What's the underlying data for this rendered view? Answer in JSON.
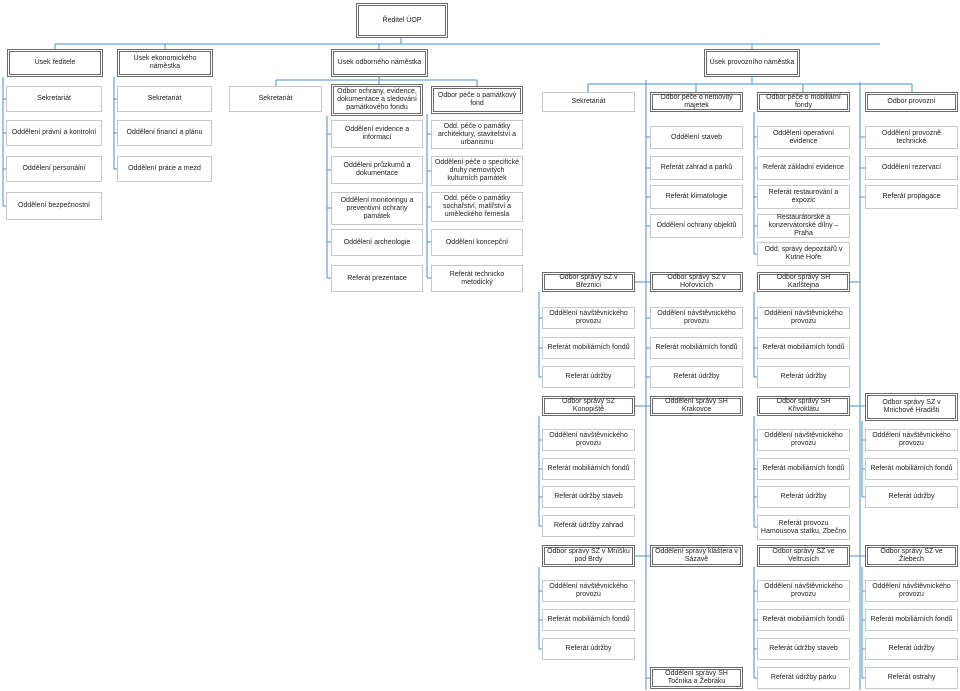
{
  "colors": {
    "connector": "#4a8fd0",
    "box_border": "#c8c8c8",
    "head_border": "#6b6b6b"
  },
  "boxes": {
    "reditel": "Ředitel ÚOP",
    "usek_reditele": "Úsek ředitele",
    "usek_ekonom": "Úsek ekonomického náměstka",
    "usek_odbor": "Úsek odborného náměstka",
    "usek_provoz": "Úsek provozního náměstka",
    "sekr_1": "Sekretariát",
    "sekr_2": "Sekretariát",
    "sekr_3": "Sekretariát",
    "sekr_4": "Sekretariát",
    "odd_pravni": "Oddělení právní a kontrolní",
    "odd_personalni": "Oddělení personální",
    "odd_bezpecnostni": "Oddělení bezpečnostní",
    "odd_financi": "Oddělení financí a plánu",
    "odd_prace_mezd": "Oddělení práce a mezd",
    "odbor_ochrany": "Odbor ochrany, evidence, dokumentace a sledování památkového fondu",
    "odbor_pece_pam": "Odbor péče o památkový fond",
    "odd_evidence_inf": "Oddělení evidence a informací",
    "odd_pruzkumu": "Oddělení průzkumů a dokumentace",
    "odd_monitoringu": "Oddělení monitoringu a preventivní ochrany památek",
    "odd_archeologie": "Oddělení archeologie",
    "ref_prezentace": "Referát prezentace",
    "odd_pece_arch": "Odd. péče o památky architektury, stavitelství a urbanismu",
    "odd_pece_spec": "Oddělení péče o specifické druhy nemovitých kulturních památek",
    "odd_pece_socha": "Odd. péče o památky sochařství, malířství a uměleckého řemesla",
    "odd_koncepcni": "Oddělení koncepční",
    "ref_tech_met": "Referát technicko metodický",
    "odbor_nemov": "Odbor péče o nemovitý majetek",
    "odbor_mobil": "Odbor péče o mobiliární fondy",
    "odbor_provozni": "Odbor provozní",
    "odd_staveb": "Oddělení staveb",
    "ref_zahrad": "Referát zahrad a parků",
    "ref_klimat": "Referát klimatologie",
    "odd_ochr_obj": "Oddělení ochrany objektů",
    "odd_oper_evid": "Oddělení operativní evidence",
    "ref_zakl_evid": "Referát základní evidence",
    "ref_restaur": "Referát restaurování a expozic",
    "restaur_dilny": "Restaurátorské a konzervátorské dílny – Praha",
    "odd_depozitaru": "Odd. správy depozitářů v Kutné Hoře",
    "odd_provoz_tech": "Oddělení provozně technické",
    "odd_rezervaci": "Oddělení rezervací",
    "ref_propagace": "Referát propagace",
    "sz_brezi": "Odbor správy SZ v Březnici",
    "sz_brezi_1": "Oddělení návštěvnického provozu",
    "sz_brezi_2": "Referát mobiliárních fondů",
    "sz_brezi_3": "Referát údržby",
    "sz_horov": "Odbor správy SZ v Hořovicích",
    "sz_horov_1": "Oddělení návštěvnického provozu",
    "sz_horov_2": "Referát mobiliárních fondů",
    "sz_horov_3": "Referát údržby",
    "sh_karl": "Odbor správy SH Karlštejna",
    "sh_karl_1": "Oddělení návštěvnického provozu",
    "sh_karl_2": "Referát mobiliárních fondů",
    "sh_karl_3": "Referát údržby",
    "sz_konop": "Odbor správy SZ Konopiště",
    "sz_konop_1": "Oddělení návštěvnického provozu",
    "sz_konop_2": "Referát mobiliárních fondů",
    "sz_konop_3": "Referát údržby staveb",
    "sz_konop_4": "Referát údržby zahrad",
    "sh_krak": "Oddělení správy SH Krakovce",
    "sh_kriv": "Odbor správy SH Křivoklátu",
    "sh_kriv_1": "Oddělení návštěvnického provozu",
    "sh_kriv_2": "Referát mobiliárních fondů",
    "sh_kriv_3": "Referát údržby",
    "sh_kriv_4": "Referát provozu Hamousova statku, Zbečno",
    "sz_mnich": "Odbor správy SZ v Mnichově Hradišti",
    "sz_mnich_1": "Oddělení návštěvnického provozu",
    "sz_mnich_2": "Referát mobiliárních fondů",
    "sz_mnich_3": "Referát údržby",
    "sz_mnisek": "Odbor správy SZ v Mníšku pod Brdy",
    "sz_mnisek_1": "Oddělení návštěvnického provozu",
    "sz_mnisek_2": "Referát mobiliárních fondů",
    "sz_mnisek_3": "Referát údržby",
    "sk_sazava": "Oddělení správy kláštera v Sázavě",
    "sh_tocnik": "Oddělení správy SH Točníka a Žebráku",
    "sz_veltr": "Odbor správy SZ ve Veltrusích",
    "sz_veltr_1": "Oddělení návštěvnického provozu",
    "sz_veltr_2": "Referát mobiliárních fondů",
    "sz_veltr_3": "Referát údržby staveb",
    "sz_veltr_4": "Referát údržby parku",
    "sz_zleb": "Odbor správy SZ ve Žlebech",
    "sz_zleb_1": "Oddělení návštěvnického provozu",
    "sz_zleb_2": "Referát mobiliárních fondů",
    "sz_zleb_3": "Referát údržby",
    "sz_zleb_4": "Referát ostrahy"
  }
}
